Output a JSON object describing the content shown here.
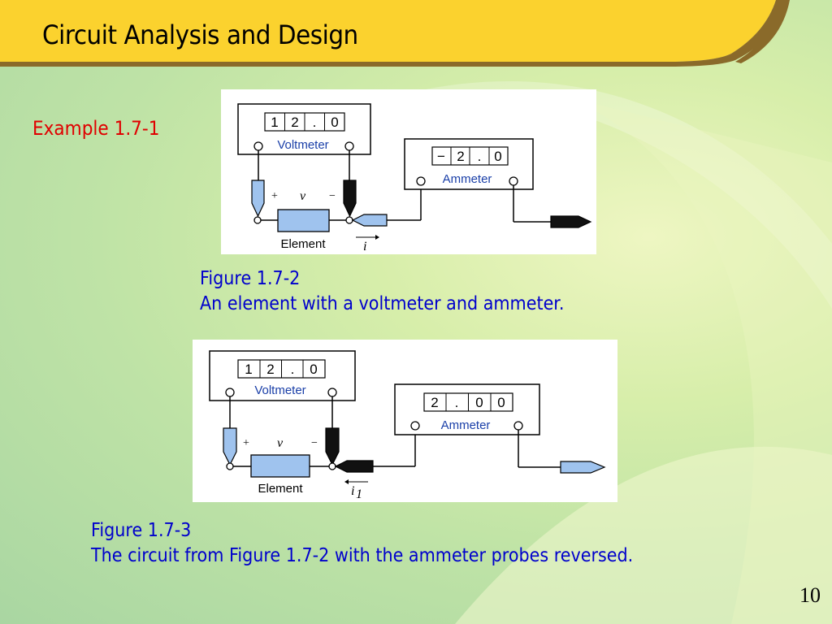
{
  "slide": {
    "title": "Circuit Analysis and Design",
    "example_label": "Example 1.7-1",
    "page_number": "10"
  },
  "colors": {
    "title_bar": "#fbd22e",
    "example_text": "#e00000",
    "caption_text": "#0000cc",
    "meter_label": "#1a3fa8",
    "probe_blue": "#9fc3ee",
    "element_blue": "#9fc3ee"
  },
  "figure1": {
    "voltmeter": {
      "label": "Voltmeter",
      "digits": [
        "1",
        "2",
        ".",
        "0"
      ]
    },
    "ammeter": {
      "label": "Ammeter",
      "digits": [
        "−",
        "2",
        ".",
        "0"
      ]
    },
    "element_label": "Element",
    "plus": "+",
    "voltage_symbol": "v",
    "minus": "−",
    "current_symbol": "i",
    "caption_line1": "Figure 1.7-2",
    "caption_line2": "An element with a voltmeter and ammeter."
  },
  "figure2": {
    "voltmeter": {
      "label": "Voltmeter",
      "digits": [
        "1",
        "2",
        ".",
        "0"
      ]
    },
    "ammeter": {
      "label": "Ammeter",
      "digits": [
        "2",
        ".",
        "0",
        "0"
      ]
    },
    "element_label": "Element",
    "plus": "+",
    "voltage_symbol": "v",
    "minus": "−",
    "current_symbol": "i",
    "current_subscript": "1",
    "caption_line1": "Figure 1.7-3",
    "caption_line2": "The circuit from Figure 1.7-2 with the ammeter probes reversed."
  }
}
